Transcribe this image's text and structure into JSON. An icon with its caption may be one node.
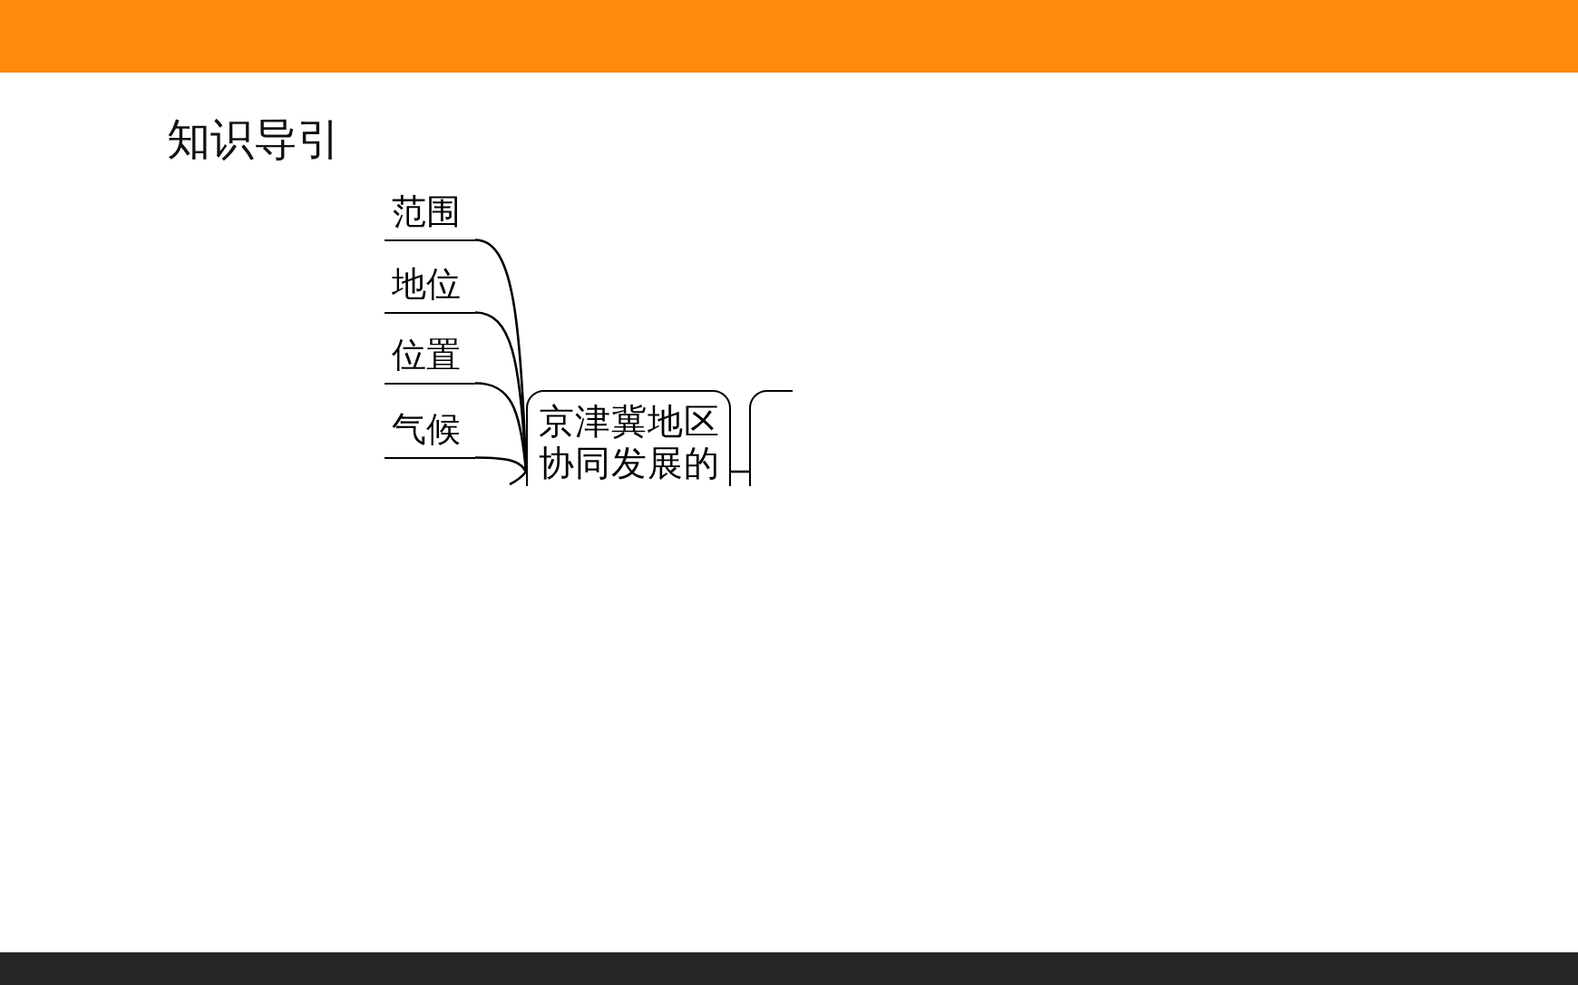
{
  "diagram": {
    "title": "知识导引",
    "nodes": [
      {
        "text": [
          "范围"
        ]
      },
      {
        "text": [
          "地位"
        ]
      },
      {
        "text": [
          "位置"
        ]
      },
      {
        "text": [
          "气候"
        ]
      },
      {
        "text": [
          "京津冀地区协同发展的"
        ]
      },
      {
        "text": [],
        "shape": "box"
      }
    ],
    "edges": [
      {
        "from": 0,
        "to": 4,
        "arrow": "none"
      },
      {
        "from": 1,
        "to": 4,
        "arrow": "none"
      },
      {
        "from": 2,
        "to": 4,
        "arrow": "none"
      },
      {
        "from": 3,
        "to": 4,
        "arrow": "none"
      },
      {
        "from": null,
        "to": 4,
        "arrow": "none"
      },
      {
        "from": 4,
        "to": 5,
        "arrow": "none"
      }
    ]
  }
}
